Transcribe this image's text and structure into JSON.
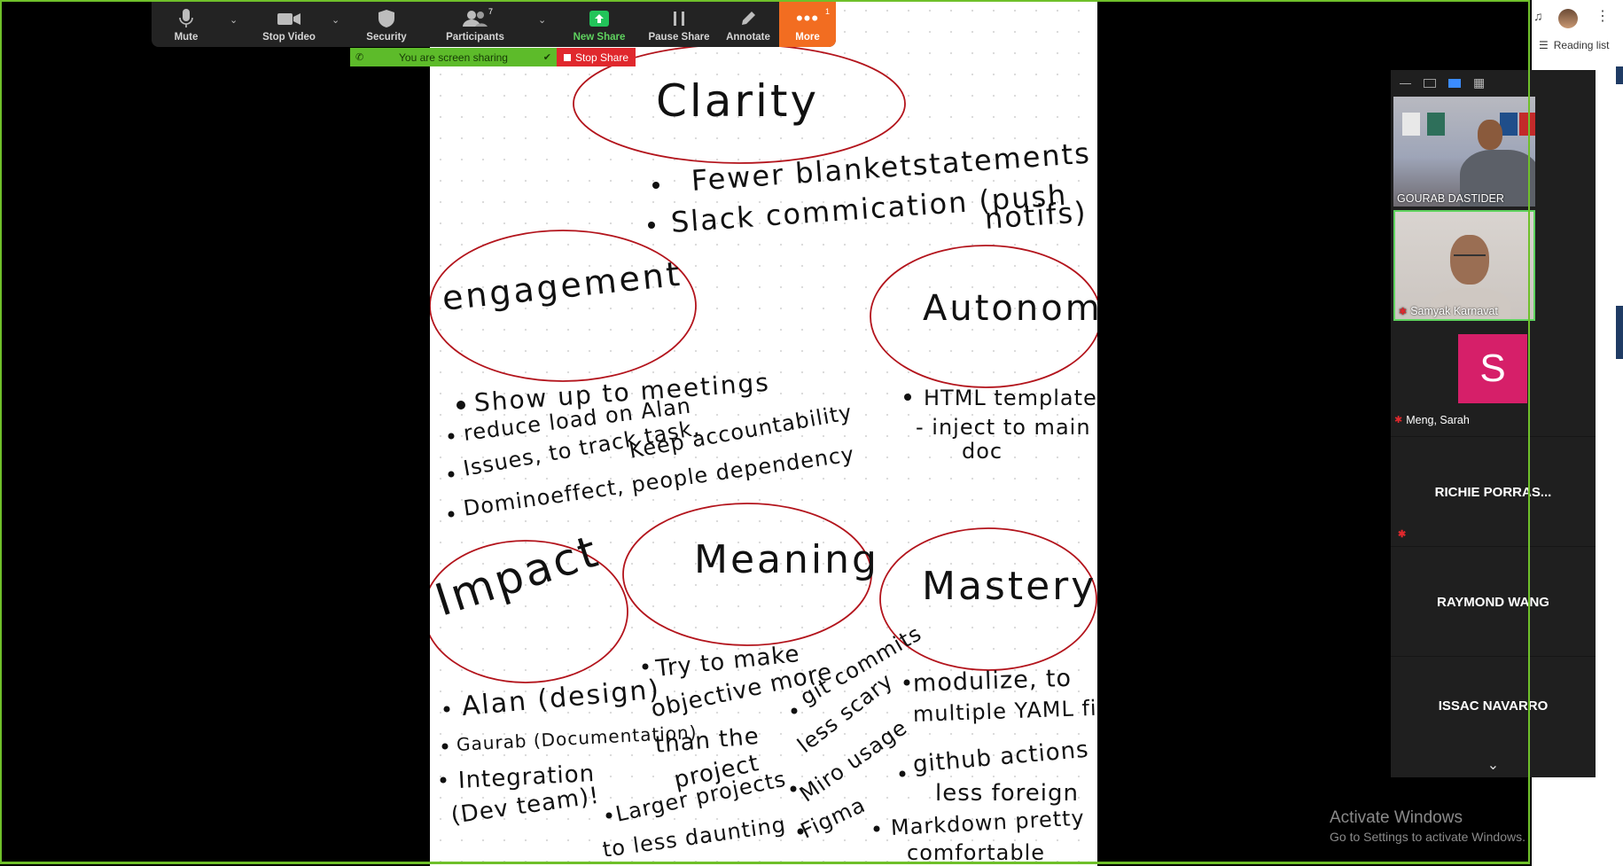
{
  "toolbar": {
    "mute": "Mute",
    "stop_video": "Stop Video",
    "security": "Security",
    "participants": "Participants",
    "participants_count": "7",
    "new_share": "New Share",
    "pause_share": "Pause Share",
    "annotate": "Annotate",
    "more": "More",
    "more_badge": "1"
  },
  "share_bar": {
    "status": "You are screen sharing",
    "stop": "Stop Share"
  },
  "browser": {
    "reading_list": "Reading list"
  },
  "participants": [
    {
      "name": "GOURAB DASTIDER",
      "video": true
    },
    {
      "name": "Samyak Karnavat",
      "video": true,
      "muted": true
    },
    {
      "name": "Meng, Sarah",
      "avatar_letter": "S",
      "muted": true
    },
    {
      "name": "RICHIE  PORRAS...",
      "muted": true
    },
    {
      "name": "RAYMOND WANG"
    },
    {
      "name": "ISSAC NAVARRO"
    }
  ],
  "whiteboard": {
    "clarity": "Clarity",
    "clarity_items": [
      "Fewer  blanketstatements",
      "Slack  commication (push",
      "notifs)"
    ],
    "engagement": "engagement",
    "engagement_items": [
      "Show up to meetings",
      "reduce load on Alan",
      "Issues, to track task,",
      "Keep accountability",
      "Dominoeffect, people dependency"
    ],
    "autonomy": "Autonomy",
    "autonomy_items": [
      "HTML template",
      "- inject to main",
      "doc"
    ],
    "impact": "Impact",
    "meaning": "Meaning",
    "mastery": "Mastery",
    "impact_items": [
      "Alan (design)",
      "Gaurab (Documentation)",
      "Integration",
      "(Dev team)!"
    ],
    "meaning_items": [
      "Try to make",
      "objective more",
      "than the",
      "project",
      "Larger projects",
      "to less daunting"
    ],
    "meaning_items2": [
      "git commits",
      "less scary",
      "Miro usage",
      "Figma"
    ],
    "mastery_items": [
      "modulize, to",
      "multiple YAML files",
      "github actions",
      "less foreign",
      "Markdown pretty",
      "comfortable"
    ]
  },
  "windows_notice": {
    "title": "Activate Windows",
    "subtitle": "Go to Settings to activate Windows."
  }
}
